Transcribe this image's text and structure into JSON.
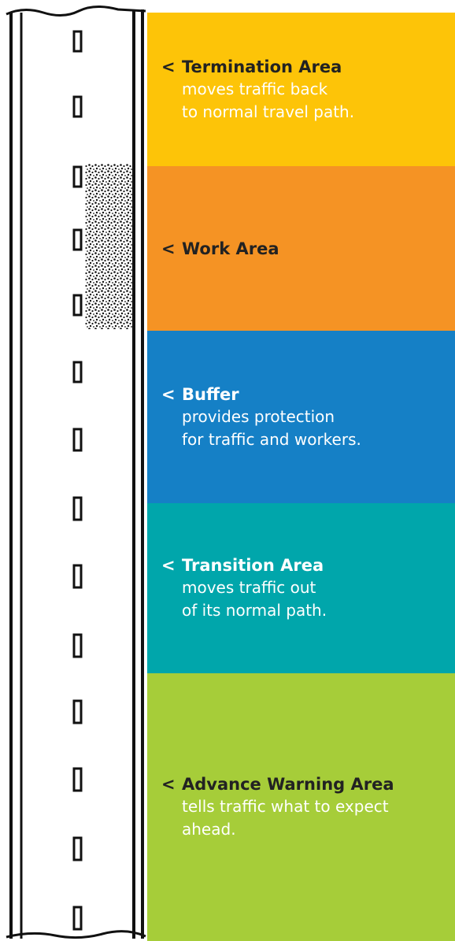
{
  "arrow": "<",
  "zones": [
    {
      "title": "Termination Area",
      "desc1": "moves traffic back",
      "desc2": "to normal travel path.",
      "color": "#fdc408"
    },
    {
      "title": "Work Area",
      "desc1": "",
      "desc2": "",
      "color": "#f59324"
    },
    {
      "title": "Buffer",
      "desc1": "provides protection",
      "desc2": "for traffic and workers.",
      "color": "#1580c6"
    },
    {
      "title": "Transition Area",
      "desc1": "moves traffic out",
      "desc2": "of its normal path.",
      "color": "#00a6ab"
    },
    {
      "title": "Advance Warning Area",
      "desc1": "tells traffic what to expect",
      "desc2": "ahead.",
      "color": "#a6cd39"
    }
  ]
}
